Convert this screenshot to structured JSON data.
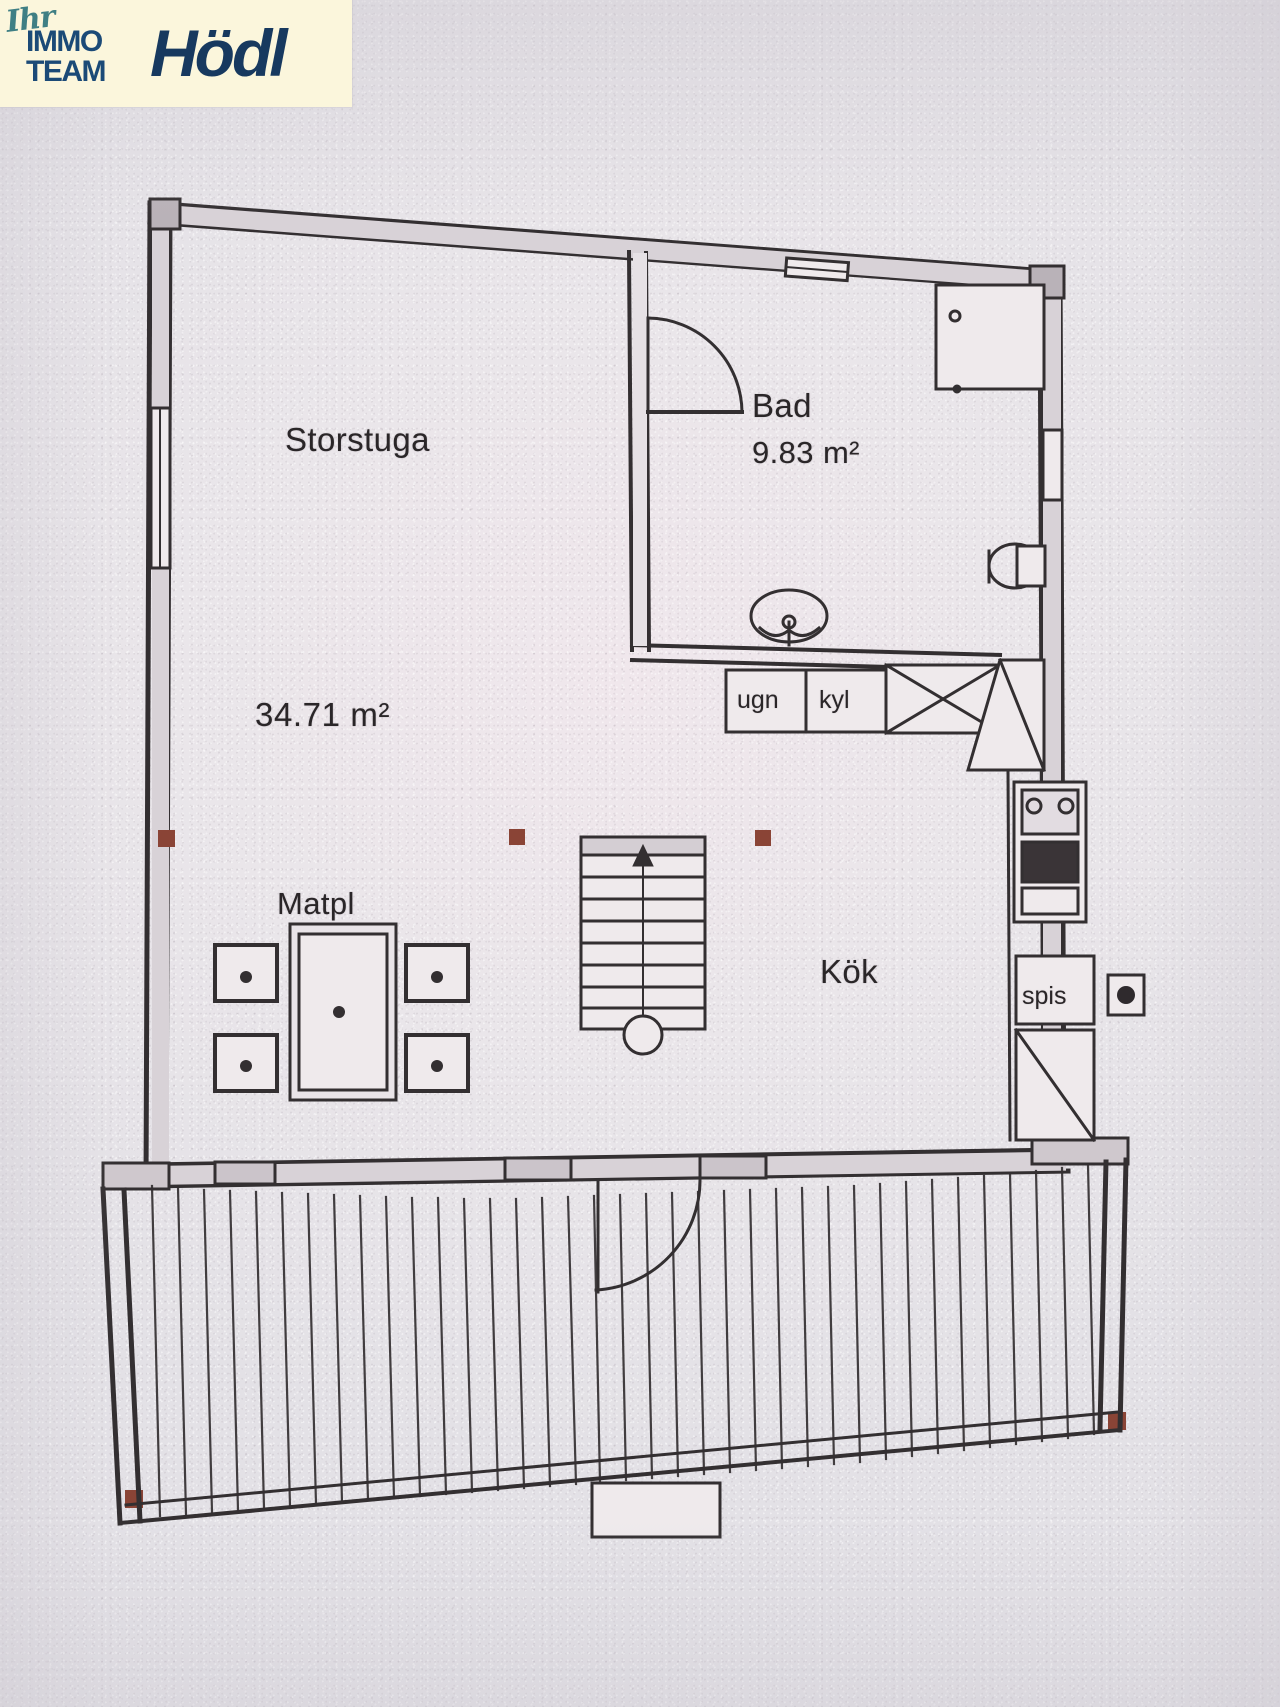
{
  "logo": {
    "script_word": "Ihr",
    "line1": "IMMO",
    "line2": "TEAM",
    "brand": "Hödl",
    "background_color": "#fbf6dc",
    "script_color": "#3f7f84",
    "text_color": "#1b4a77",
    "brand_color": "#17395f"
  },
  "floorplan": {
    "document_type": "architectural floor plan",
    "language": "Swedish",
    "paper_color": "#eae6ea",
    "ink_color": "#2a2628",
    "rooms": [
      {
        "name": "Storstuga",
        "label": "Storstuga",
        "area": "34.71 m²"
      },
      {
        "name": "Bad",
        "label": "Bad",
        "area": "9.83 m²"
      },
      {
        "name": "Kok",
        "label": "Kök",
        "area": ""
      },
      {
        "name": "Matpl",
        "label": "Matpl",
        "area": ""
      }
    ],
    "appliances": [
      {
        "name": "ugn",
        "label": "ugn"
      },
      {
        "name": "kyl",
        "label": "kyl"
      },
      {
        "name": "spis",
        "label": "spis"
      }
    ],
    "features": [
      "staircase with direction arrow",
      "shower enclosure",
      "wash basin",
      "toilet",
      "kitchen sink",
      "dining table with four chairs",
      "swing door to bathroom",
      "swing door to terrace",
      "slatted terrace decking"
    ]
  }
}
